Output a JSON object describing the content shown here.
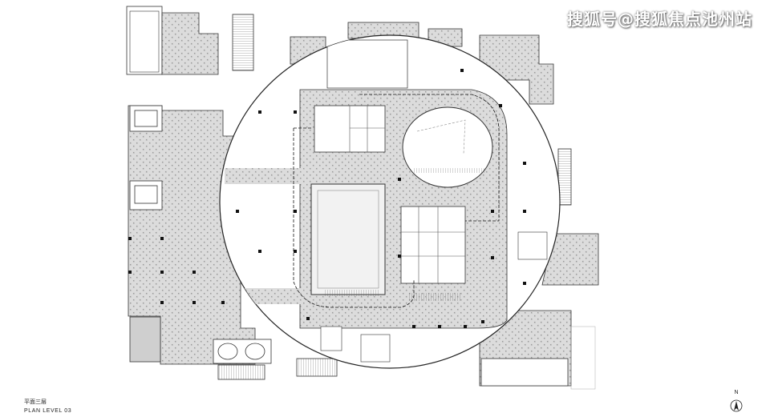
{
  "watermark": "搜狐号@搜狐焦点池州站",
  "caption": {
    "title_cn": "平面三层",
    "title_en": "PLAN LEVEL 03"
  },
  "north_arrow": {
    "label": "N",
    "icon": "north-arrow-icon"
  },
  "colors": {
    "hatch_fill": "#d8d8d8",
    "hatch_dot": "#9a9a9a",
    "line": "#222222",
    "void": "#ececec"
  }
}
